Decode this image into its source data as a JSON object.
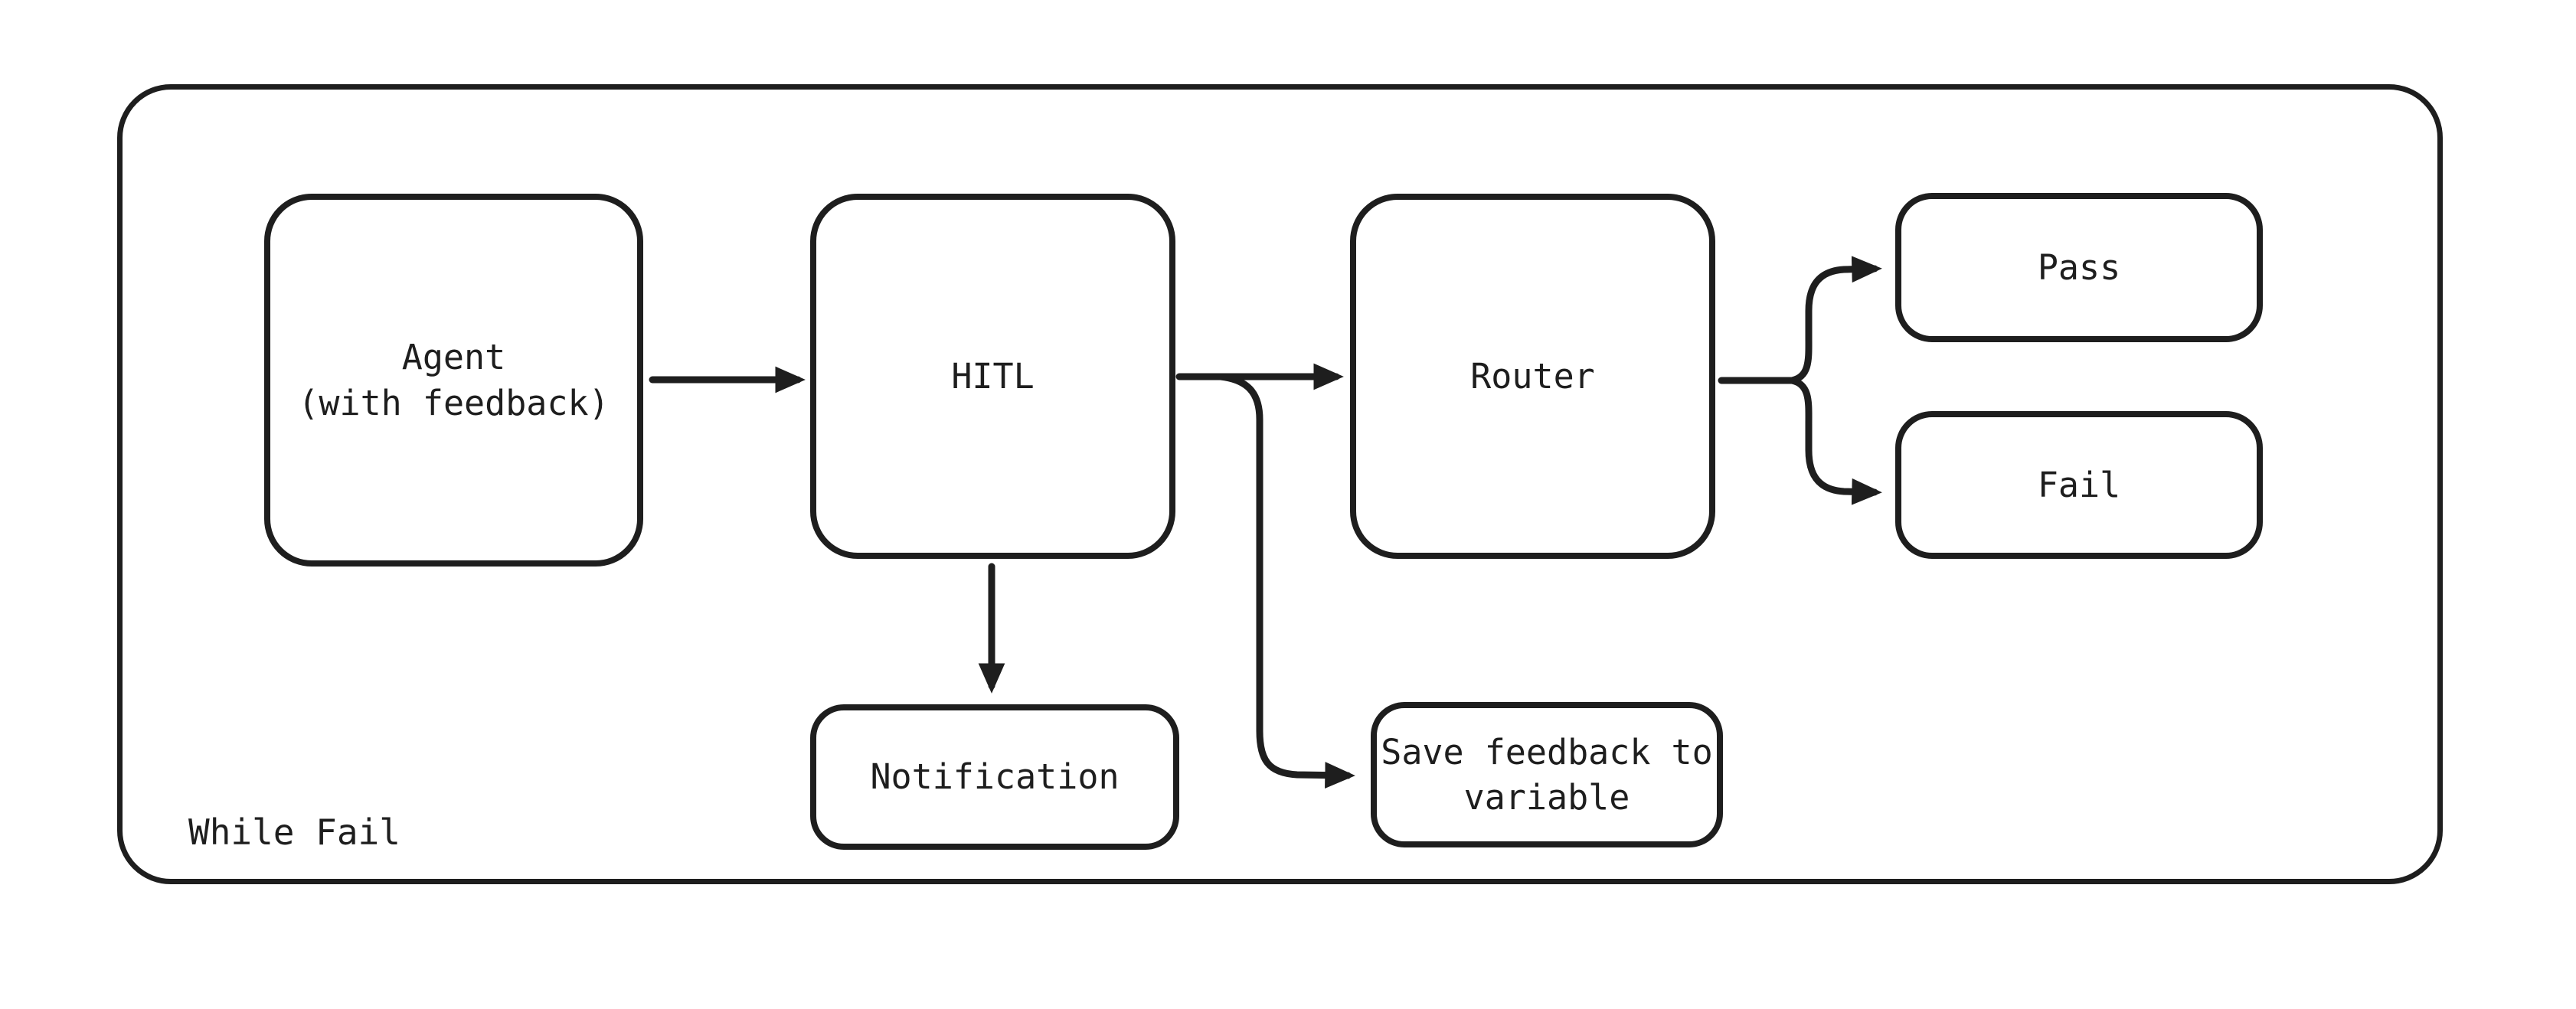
{
  "diagram": {
    "type": "flowchart",
    "container": {
      "label": "While Fail"
    },
    "nodes": {
      "agent": {
        "label": "Agent\n(with feedback)"
      },
      "hitl": {
        "label": "HITL"
      },
      "router": {
        "label": "Router"
      },
      "pass": {
        "label": "Pass"
      },
      "fail": {
        "label": "Fail"
      },
      "notification": {
        "label": "Notification"
      },
      "save_feedback": {
        "label": "Save feedback to\nvariable"
      }
    },
    "edges": [
      {
        "from": "agent",
        "to": "hitl"
      },
      {
        "from": "hitl",
        "to": "router"
      },
      {
        "from": "hitl",
        "to": "notification"
      },
      {
        "from": "hitl",
        "to": "save_feedback"
      },
      {
        "from": "router",
        "to": "pass"
      },
      {
        "from": "router",
        "to": "fail"
      }
    ],
    "colors": {
      "stroke": "#1e1e1e",
      "background": "#ffffff",
      "text": "#1e1e1e"
    }
  }
}
